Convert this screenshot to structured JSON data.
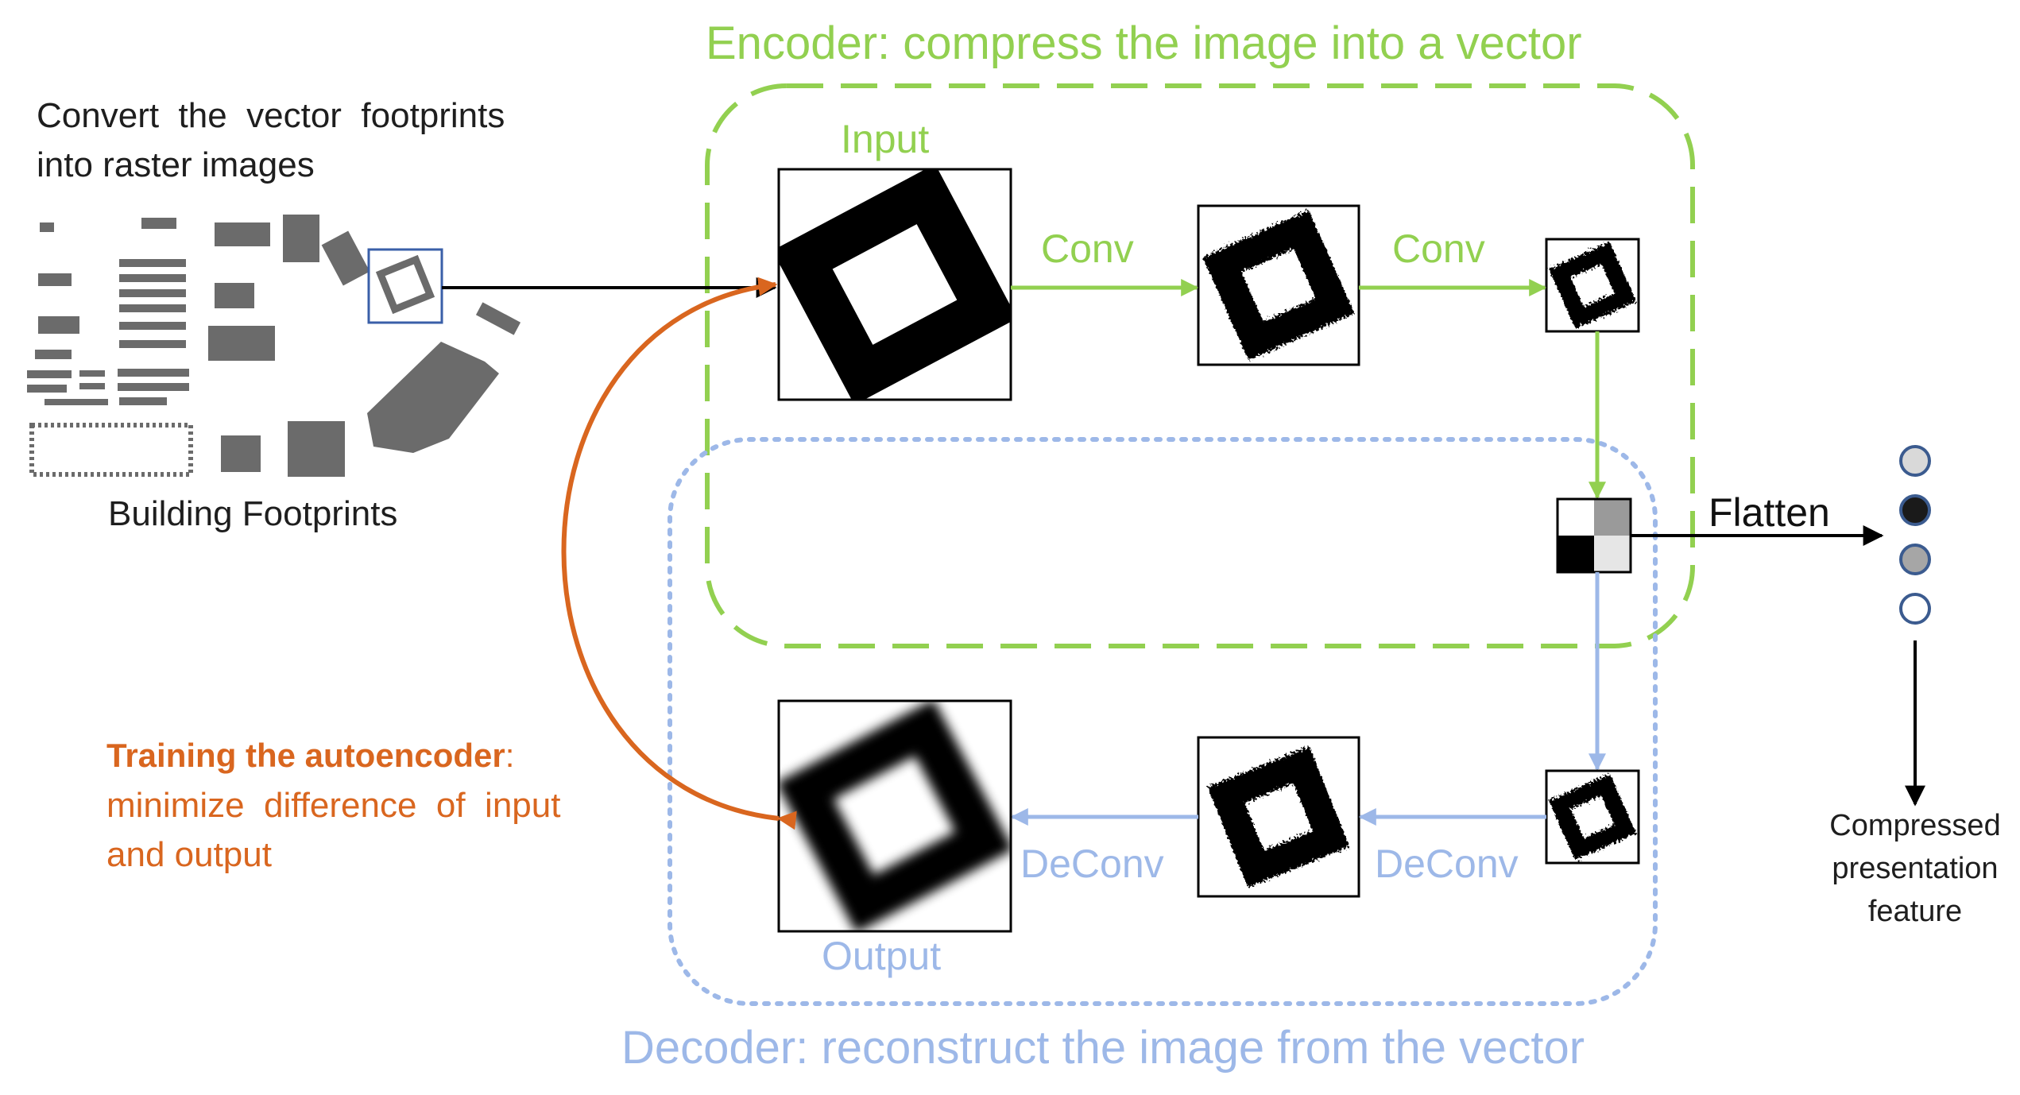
{
  "encoder": {
    "title": "Encoder: compress the image into a vector",
    "color": "#92d050"
  },
  "decoder": {
    "title": "Decoder: reconstruct the image from the vector",
    "color": "#9db8e8"
  },
  "footprints": {
    "convert_text_line1": "Convert  the  vector  footprints",
    "convert_text_line2": "into raster images",
    "caption": "Building Footprints"
  },
  "labels": {
    "input": "Input",
    "output": "Output",
    "conv_1": "Conv",
    "conv_2": "Conv",
    "deconv_1": "DeConv",
    "deconv_2": "DeConv",
    "flatten": "Flatten"
  },
  "training": {
    "title": "Training the autoencoder",
    "title_suffix": ":",
    "line1": "minimize  difference  of  input",
    "line2": "and output",
    "color": "#d9661f"
  },
  "feature": {
    "line1": "Compressed",
    "line2": "presentation",
    "line3": "feature",
    "vector_colors": [
      "#d9d9d9",
      "#1a1a1a",
      "#a6a6a6",
      "#ffffff"
    ]
  },
  "latent_grid_colors": [
    "#ffffff",
    "#9a9a9a",
    "#000000",
    "#e6e6e6"
  ]
}
